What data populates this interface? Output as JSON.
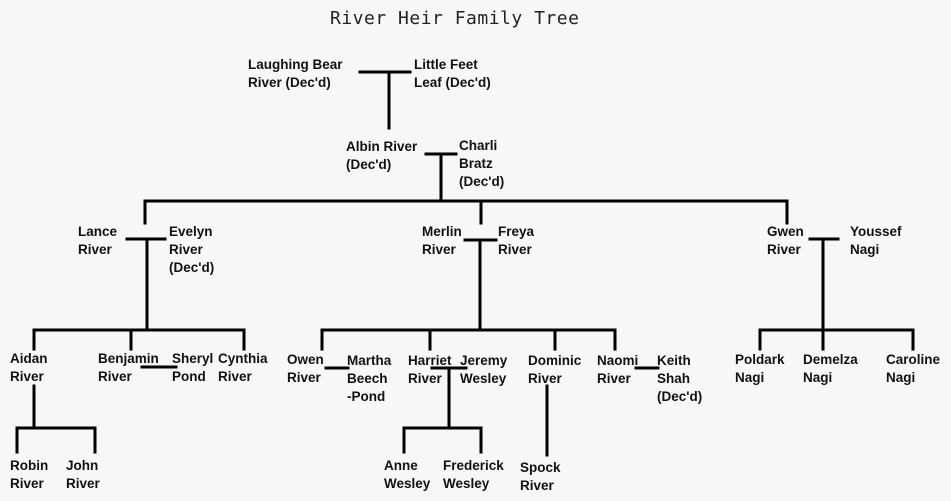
{
  "title": "River Heir Family Tree",
  "people": {
    "laughing_bear": [
      "Laughing Bear",
      "River (Dec'd)"
    ],
    "little_feet": [
      "Little Feet",
      "Leaf (Dec'd)"
    ],
    "albin": [
      "Albin River",
      "(Dec'd)"
    ],
    "charli": [
      "Charli",
      "Bratz",
      "(Dec'd)"
    ],
    "lance": [
      "Lance",
      "River"
    ],
    "evelyn": [
      "Evelyn",
      "River",
      "(Dec'd)"
    ],
    "merlin": [
      "Merlin",
      "River"
    ],
    "freya": [
      "Freya",
      "River"
    ],
    "gwen": [
      "Gwen",
      "River"
    ],
    "youssef": [
      "Youssef",
      "Nagi"
    ],
    "aidan": [
      "Aidan",
      "River"
    ],
    "benjamin": [
      "Benjamin",
      "River"
    ],
    "sheryl": [
      "Sheryl",
      "Pond"
    ],
    "cynthia": [
      "Cynthia",
      "River"
    ],
    "owen": [
      "Owen",
      "River"
    ],
    "martha": [
      "Martha",
      "Beech",
      "-Pond"
    ],
    "harriet": [
      "Harriet",
      "River"
    ],
    "jeremy": [
      "Jeremy",
      "Wesley"
    ],
    "dominic": [
      "Dominic",
      "River"
    ],
    "naomi": [
      "Naomi",
      "River"
    ],
    "keith": [
      "Keith",
      "Shah",
      "(Dec'd)"
    ],
    "poldark": [
      "Poldark",
      "Nagi"
    ],
    "demelza": [
      "Demelza",
      "Nagi"
    ],
    "caroline": [
      "Caroline",
      "Nagi"
    ],
    "robin": [
      "Robin",
      "River"
    ],
    "john": [
      "John",
      "River"
    ],
    "anne": [
      "Anne",
      "Wesley"
    ],
    "frederick": [
      "Frederick",
      "Wesley"
    ],
    "spock": [
      "Spock",
      "River"
    ]
  },
  "colors": {
    "line": "#000000",
    "text": "#111111",
    "background": "#f7f7f7"
  }
}
